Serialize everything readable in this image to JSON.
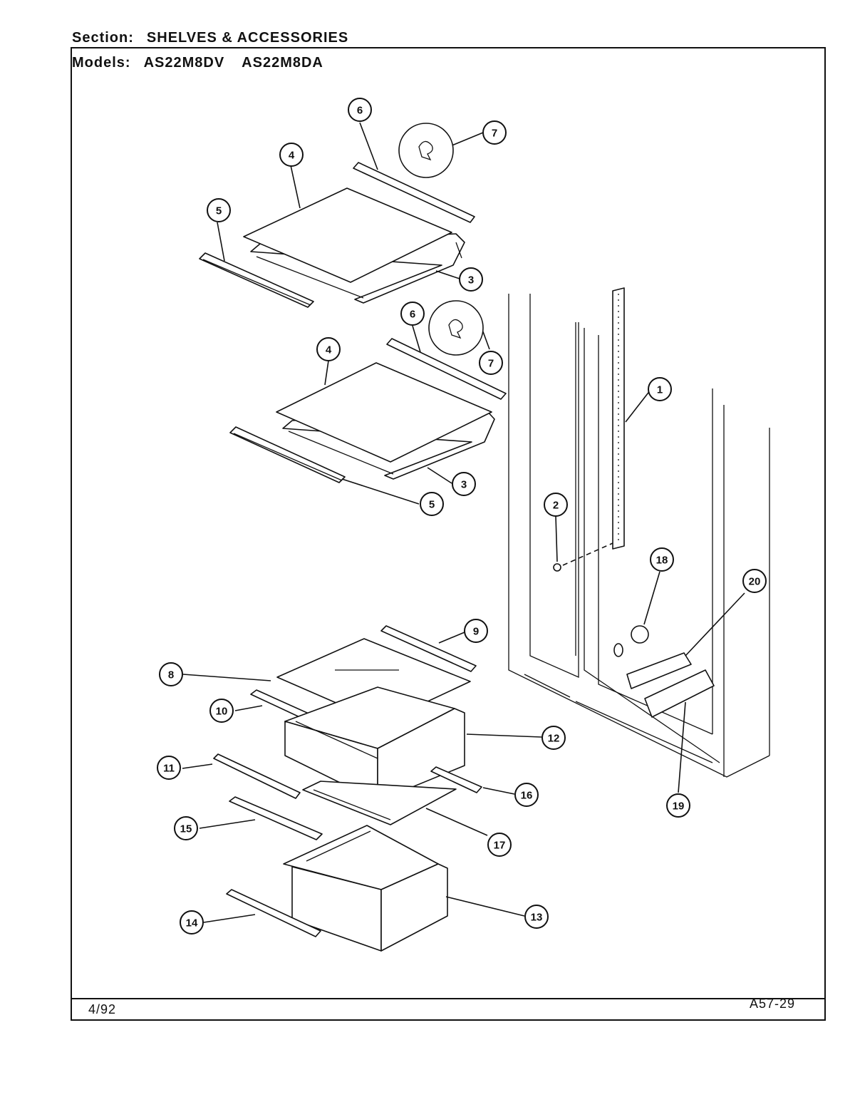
{
  "header": {
    "section_label": "Section:",
    "section_value": "SHELVES & ACCESSORIES",
    "models_label": "Models:",
    "model_1": "AS22M8DV",
    "model_2": "AS22M8DA"
  },
  "footer": {
    "date": "4/92",
    "code": "A57-29"
  },
  "callouts": [
    "1",
    "2",
    "3",
    "3",
    "4",
    "4",
    "5",
    "5",
    "6",
    "6",
    "7",
    "7",
    "8",
    "9",
    "10",
    "11",
    "12",
    "13",
    "14",
    "15",
    "16",
    "17",
    "18",
    "19",
    "20"
  ]
}
